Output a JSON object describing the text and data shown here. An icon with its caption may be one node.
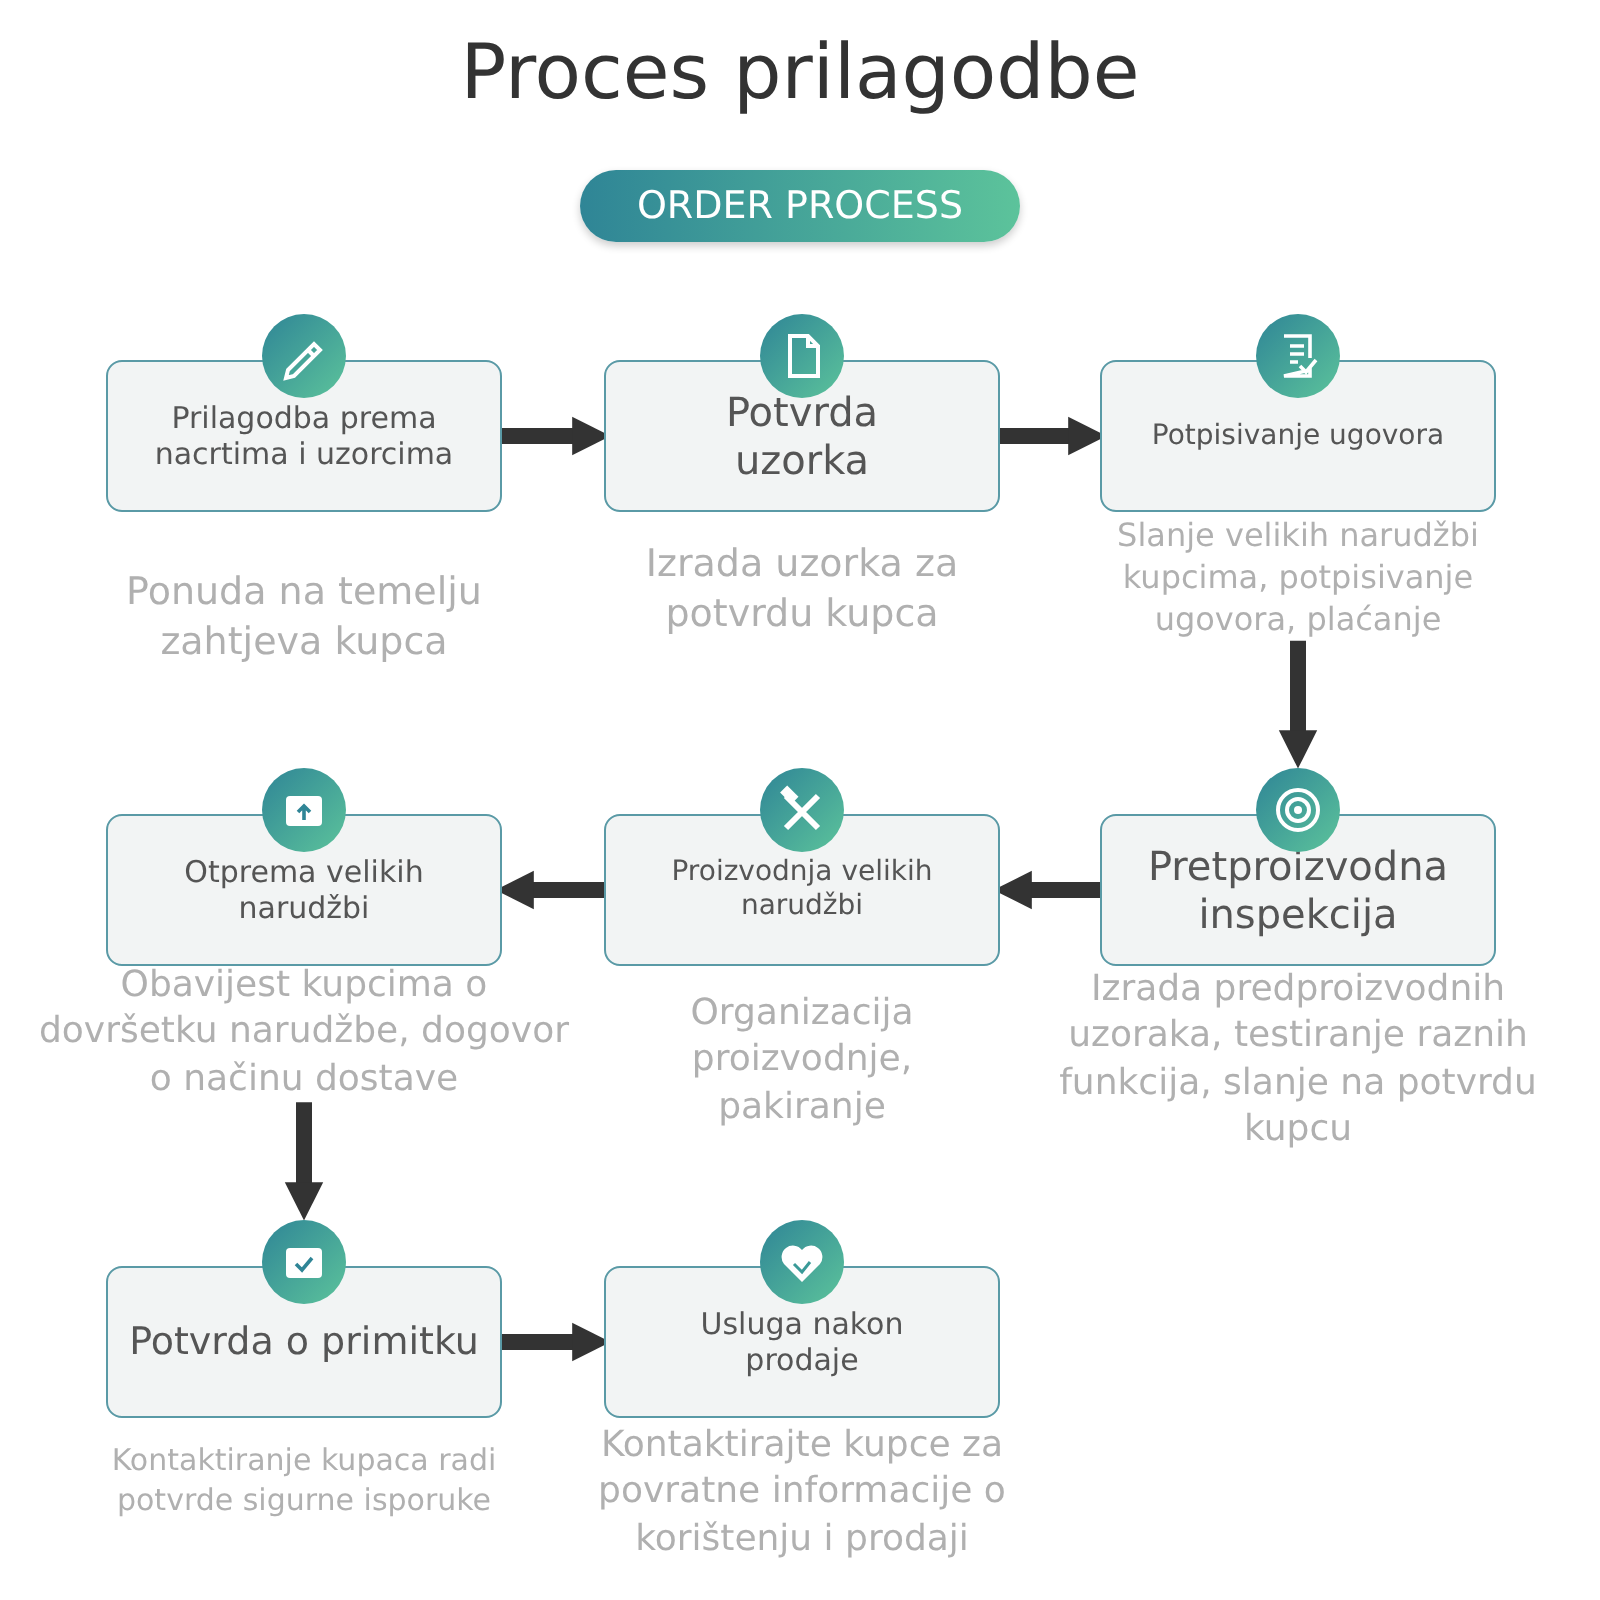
{
  "diagram": {
    "title": "Proces prilagodbe",
    "nodes": [
      {
        "text": [
          "ORDER PROCESS"
        ]
      },
      {
        "text": [
          "Prilagodba prema nacrtima i uzorcima"
        ],
        "beside": [
          "Ponuda na temelju zahtjeva kupca"
        ]
      },
      {
        "text": [
          "Potvrda uzorka"
        ],
        "beside": [
          "Izrada uzorka za potvrdu kupca"
        ]
      },
      {
        "text": [
          "Potpisivanje ugovora"
        ],
        "beside": [
          "Slanje velikih narudžbi kupcima, potpisivanje ugovora, plaćanje"
        ]
      },
      {
        "text": [
          "Pretproizvodna inspekcija"
        ],
        "beside": [
          "Izrada predproizvodnih uzoraka, testiranje raznih funkcija, slanje na potvrdu kupcu"
        ]
      },
      {
        "text": [
          "Proizvodnja velikih narudžbi"
        ],
        "beside": [
          "Organizacija proizvodnje, pakiranje"
        ]
      },
      {
        "text": [
          "Otprema velikih narudžbi"
        ],
        "beside": [
          "Obavijest kupcima o dovršetku narudžbe, dogovor o načinu dostave"
        ]
      },
      {
        "text": [
          "Potvrda o primitku"
        ],
        "beside": [
          "Kontaktiranje kupaca radi potvrde sigurne isporuke"
        ]
      },
      {
        "text": [
          "Usluga nakon prodaje"
        ],
        "beside": [
          "Kontaktirajte kupce za povratne informacije o korištenju i prodaji"
        ]
      }
    ],
    "edges": [
      {
        "from": 1,
        "to": 2,
        "arrow": "to"
      },
      {
        "from": 2,
        "to": 3,
        "arrow": "to"
      },
      {
        "from": 3,
        "to": 4,
        "arrow": "to"
      },
      {
        "from": 4,
        "to": 5,
        "arrow": "to"
      },
      {
        "from": 5,
        "to": 6,
        "arrow": "to"
      },
      {
        "from": 6,
        "to": 7,
        "arrow": "to"
      },
      {
        "from": 7,
        "to": 8,
        "arrow": "to"
      }
    ]
  }
}
